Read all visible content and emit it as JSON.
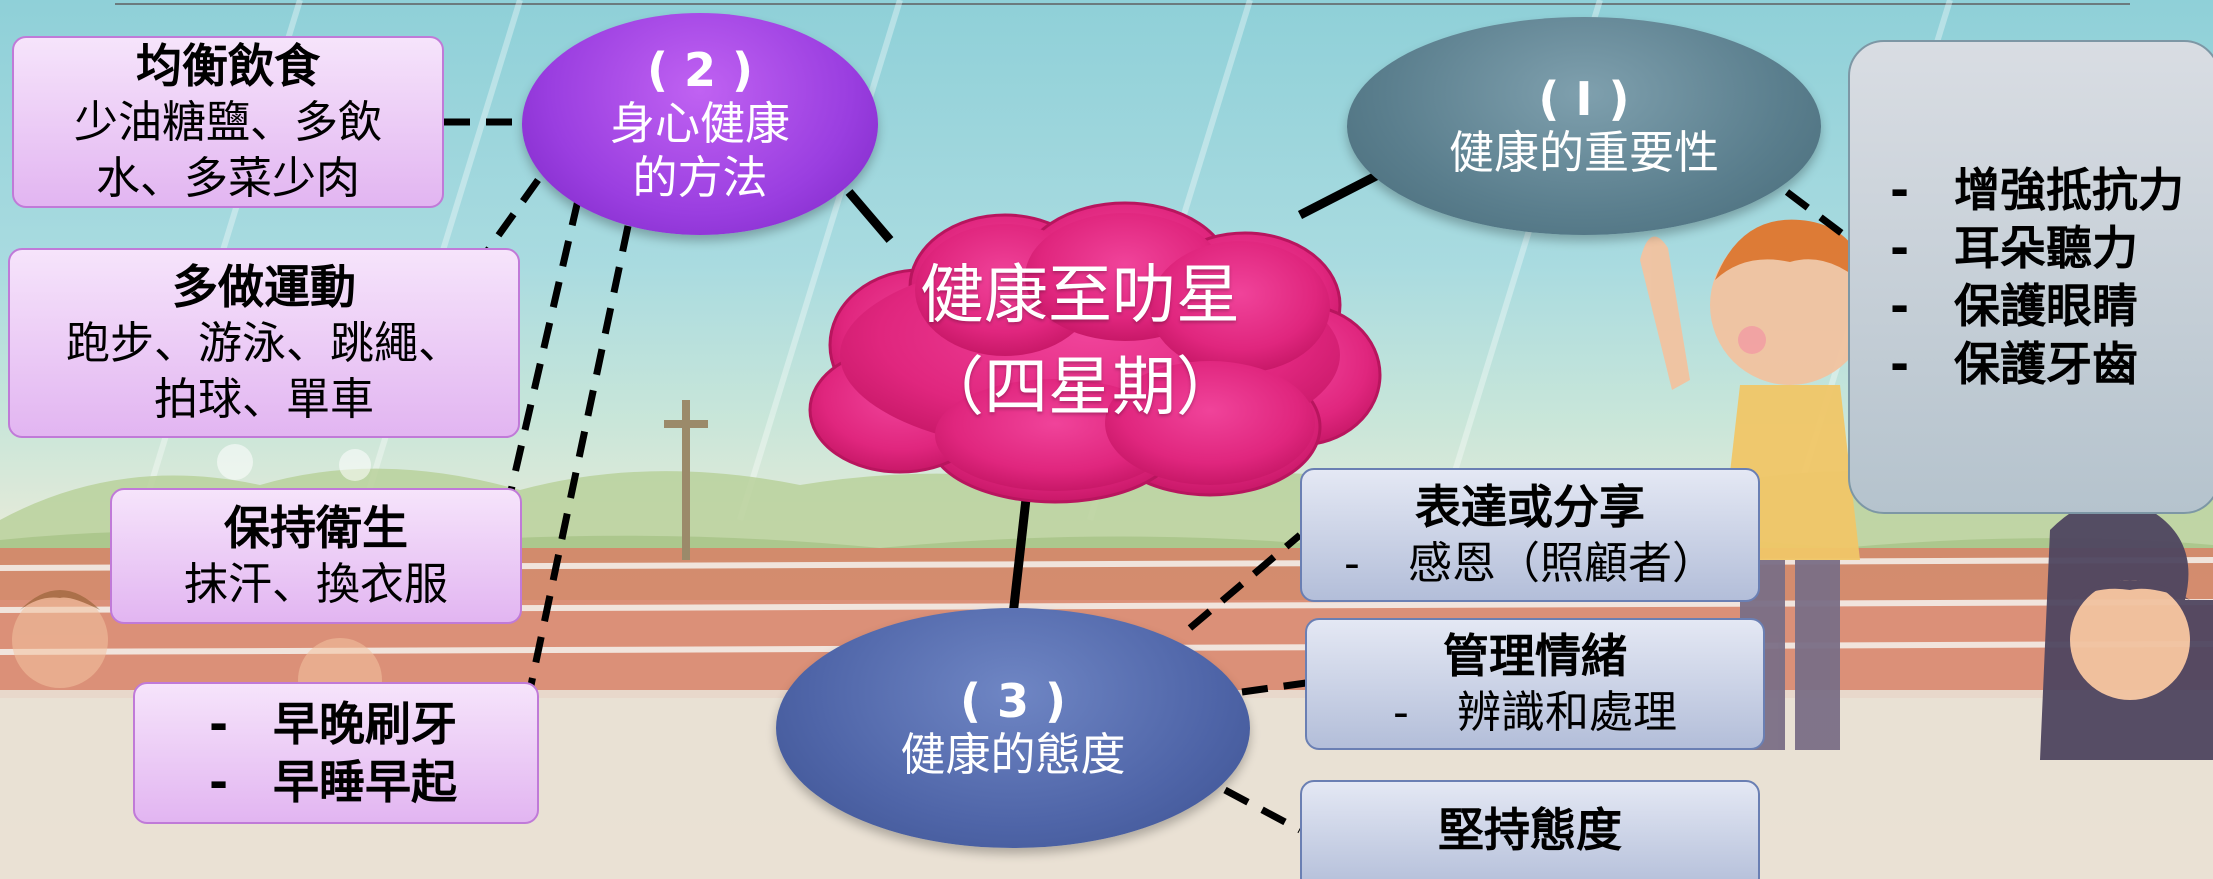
{
  "center": {
    "line1": "健康至叻星",
    "line2": "（四星期）"
  },
  "topic1": {
    "num": "( I )",
    "label": "健康的重要性",
    "items": [
      "增強抵抗力",
      "耳朵聽力",
      "保護眼睛",
      "保護牙齒"
    ]
  },
  "topic2": {
    "num": "( 2 )",
    "line1": "身心健康",
    "line2": "的方法",
    "boxes": [
      {
        "title": "均衡飲食",
        "lines": [
          "少油糖鹽、多飲",
          "水、多菜少肉"
        ]
      },
      {
        "title": "多做運動",
        "lines": [
          "跑步、游泳、跳繩、",
          "拍球、單車"
        ]
      },
      {
        "title": "保持衛生",
        "lines": [
          "抹汗、換衣服"
        ]
      }
    ],
    "bullets": [
      "早晚刷牙",
      "早睡早起"
    ]
  },
  "topic3": {
    "num": "( 3 )",
    "label": "健康的態度",
    "boxes": [
      {
        "title": "表達或分享",
        "items": [
          "感恩（照顧者）"
        ]
      },
      {
        "title": "管理情緒",
        "items": [
          "辨識和處理"
        ]
      },
      {
        "title": "堅持態度",
        "items": []
      }
    ]
  },
  "bullet_char": "-",
  "colors": {
    "center": "#e0267e",
    "topic1": "#5a7e8d",
    "topic2": "#9a3ee0",
    "topic3": "#4f65a8"
  }
}
